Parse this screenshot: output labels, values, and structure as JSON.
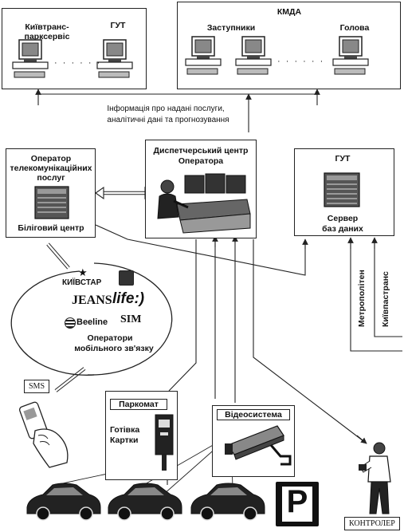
{
  "kmda": {
    "title": "КМДА",
    "deputies": "Заступники",
    "head": "Голова"
  },
  "left_top": {
    "kyivtrans": "Київтранс-парксервіс",
    "gut": "ГУТ"
  },
  "info_text": {
    "line1": "Інформація про надані послуги,",
    "line2": "аналітичні дані та прогнозування"
  },
  "telecom": {
    "title": "Оператор телекомунікаційних послуг",
    "billing": "Біліговий центр"
  },
  "dispatch": {
    "title_line1": "Диспетчерський центр",
    "title_line2": "Оператора"
  },
  "gut_server": {
    "title": "ГУТ",
    "server_line1": "Сервер",
    "server_line2": "баз даних"
  },
  "side_labels": {
    "metro": "Метрополітен",
    "kyivpastrans": "Київпастранс"
  },
  "mobile": {
    "caption_line1": "Оператори",
    "caption_line2": "мобільного зв'язку",
    "logos": {
      "kyivstar": "КИЇВСТАР",
      "jeans": "JEANS",
      "life": "life:)",
      "beeline": "Beeline",
      "sim": "SIM"
    }
  },
  "sms": "SMS",
  "parking_meter": {
    "title": "Паркомат",
    "payment_line1": "Готівка",
    "payment_line2": "Картки"
  },
  "video": "Відеосистема",
  "controller": "КОНТРОЛЕР",
  "parking_sign": "P",
  "icons": [
    "computer-icon",
    "operator-console-icon",
    "server-rack-icon",
    "mobile-phone-icon",
    "parking-meter-icon",
    "cctv-camera-icon",
    "car-icon",
    "controller-person-icon",
    "parking-sign-icon"
  ]
}
